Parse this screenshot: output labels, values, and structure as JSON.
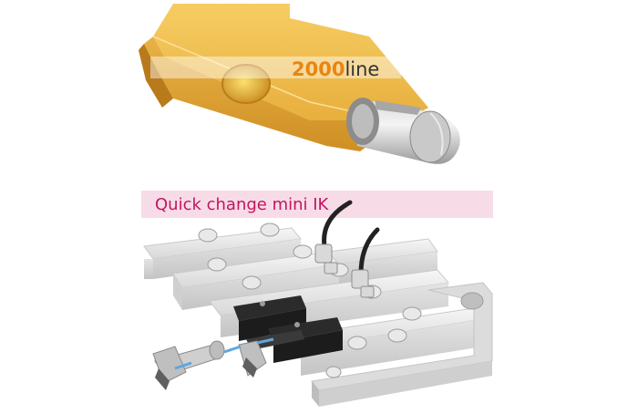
{
  "top_label": {
    "number": "2000",
    "word": "line"
  },
  "bottom_label": {
    "text": "Quick change mini IK"
  },
  "colors": {
    "holder_gold": "#e6ad3c",
    "holder_gold_light": "#f2c25a",
    "holder_gold_dark": "#c88a22",
    "accent_orange": "#e8860f",
    "accent_magenta": "#c4145f",
    "band_pink": "#f7dce8",
    "rail_light": "#f1f1f1",
    "rail_mid": "#e0e0e0",
    "rail_dark": "#c8c8c8",
    "clamp_black": "#2b2b2b",
    "hose_black": "#222222",
    "coolant_blue": "#5fa6de"
  }
}
